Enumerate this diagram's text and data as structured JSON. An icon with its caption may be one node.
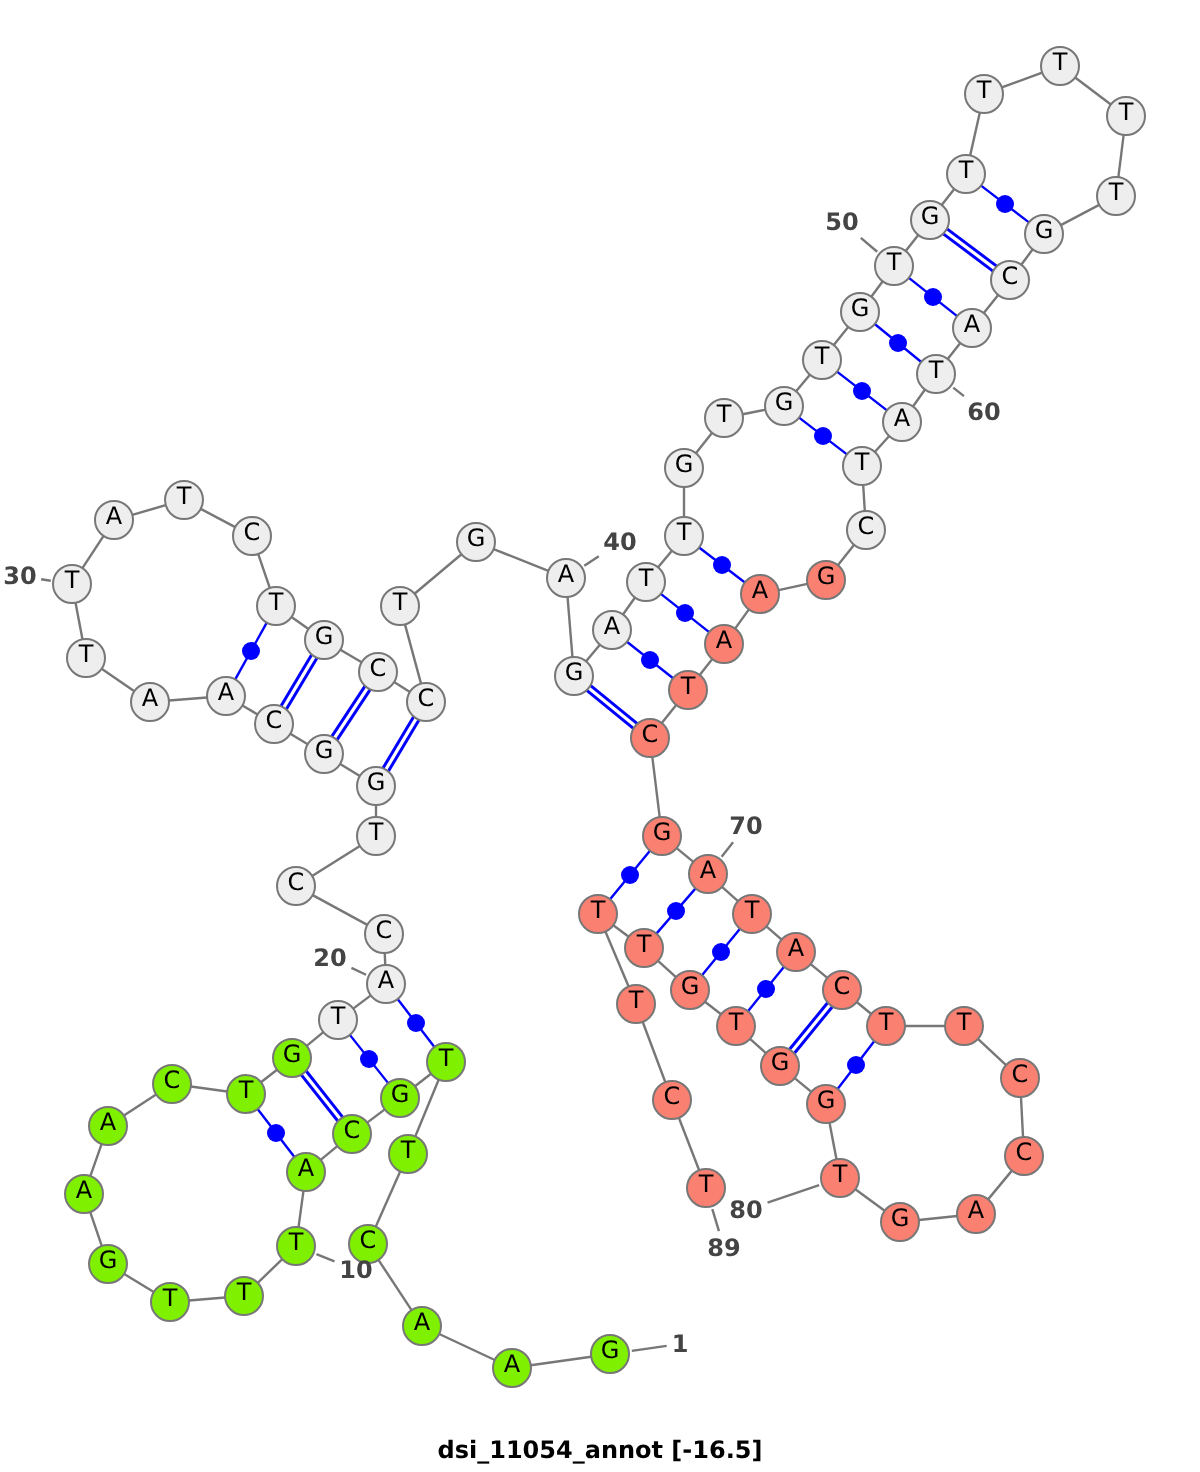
{
  "diagram": {
    "title": "dsi_11054_annot [-16.5]",
    "nodes": [
      {
        "text": [
          "G"
        ]
      },
      {
        "text": [
          "A"
        ]
      },
      {
        "text": [
          "A"
        ]
      },
      {
        "text": [
          "C"
        ]
      },
      {
        "text": [
          "T"
        ]
      },
      {
        "text": [
          "T"
        ]
      },
      {
        "text": [
          "G"
        ]
      },
      {
        "text": [
          "C"
        ]
      },
      {
        "text": [
          "A"
        ]
      },
      {
        "text": [
          "T"
        ]
      },
      {
        "text": [
          "T"
        ]
      },
      {
        "text": [
          "T"
        ]
      },
      {
        "text": [
          "G"
        ]
      },
      {
        "text": [
          "A"
        ]
      },
      {
        "text": [
          "A"
        ]
      },
      {
        "text": [
          "C"
        ]
      },
      {
        "text": [
          "T"
        ]
      },
      {
        "text": [
          "G"
        ]
      },
      {
        "text": [
          "T"
        ]
      },
      {
        "text": [
          "A"
        ]
      },
      {
        "text": [
          "C"
        ]
      },
      {
        "text": [
          "C"
        ]
      },
      {
        "text": [
          "T"
        ]
      },
      {
        "text": [
          "G"
        ]
      },
      {
        "text": [
          "G"
        ]
      },
      {
        "text": [
          "C"
        ]
      },
      {
        "text": [
          "A"
        ]
      },
      {
        "text": [
          "A"
        ]
      },
      {
        "text": [
          "T"
        ]
      },
      {
        "text": [
          "T"
        ]
      },
      {
        "text": [
          "A"
        ]
      },
      {
        "text": [
          "T"
        ]
      },
      {
        "text": [
          "C"
        ]
      },
      {
        "text": [
          "T"
        ]
      },
      {
        "text": [
          "G"
        ]
      },
      {
        "text": [
          "C"
        ]
      },
      {
        "text": [
          "C"
        ]
      },
      {
        "text": [
          "T"
        ]
      },
      {
        "text": [
          "G"
        ]
      },
      {
        "text": [
          "A"
        ]
      },
      {
        "text": [
          "G"
        ]
      },
      {
        "text": [
          "A"
        ]
      },
      {
        "text": [
          "T"
        ]
      },
      {
        "text": [
          "T"
        ]
      },
      {
        "text": [
          "G"
        ]
      },
      {
        "text": [
          "T"
        ]
      },
      {
        "text": [
          "G"
        ]
      },
      {
        "text": [
          "T"
        ]
      },
      {
        "text": [
          "G"
        ]
      },
      {
        "text": [
          "T"
        ]
      },
      {
        "text": [
          "G"
        ]
      },
      {
        "text": [
          "T"
        ]
      },
      {
        "text": [
          "T"
        ]
      },
      {
        "text": [
          "T"
        ]
      },
      {
        "text": [
          "T"
        ]
      },
      {
        "text": [
          "T"
        ]
      },
      {
        "text": [
          "G"
        ]
      },
      {
        "text": [
          "C"
        ]
      },
      {
        "text": [
          "A"
        ]
      },
      {
        "text": [
          "T"
        ]
      },
      {
        "text": [
          "A"
        ]
      },
      {
        "text": [
          "T"
        ]
      },
      {
        "text": [
          "C"
        ]
      },
      {
        "text": [
          "G"
        ]
      },
      {
        "text": [
          "A"
        ]
      },
      {
        "text": [
          "A"
        ]
      },
      {
        "text": [
          "T"
        ]
      },
      {
        "text": [
          "C"
        ]
      },
      {
        "text": [
          "G"
        ]
      },
      {
        "text": [
          "A"
        ]
      },
      {
        "text": [
          "T"
        ]
      },
      {
        "text": [
          "A"
        ]
      },
      {
        "text": [
          "C"
        ]
      },
      {
        "text": [
          "T"
        ]
      },
      {
        "text": [
          "T"
        ]
      },
      {
        "text": [
          "C"
        ]
      },
      {
        "text": [
          "C"
        ]
      },
      {
        "text": [
          "A"
        ]
      },
      {
        "text": [
          "G"
        ]
      },
      {
        "text": [
          "T"
        ]
      },
      {
        "text": [
          "G"
        ]
      },
      {
        "text": [
          "G"
        ]
      },
      {
        "text": [
          "T"
        ]
      },
      {
        "text": [
          "G"
        ]
      },
      {
        "text": [
          "T"
        ]
      },
      {
        "text": [
          "T"
        ]
      },
      {
        "text": [
          "T"
        ]
      },
      {
        "text": [
          "C"
        ]
      },
      {
        "text": [
          "T"
        ]
      },
      {
        "text": [
          "1"
        ]
      },
      {
        "text": [
          "10"
        ]
      },
      {
        "text": [
          "20"
        ]
      },
      {
        "text": [
          "30"
        ]
      },
      {
        "text": [
          "40"
        ]
      },
      {
        "text": [
          "50"
        ]
      },
      {
        "text": [
          "60"
        ]
      },
      {
        "text": [
          "70"
        ]
      },
      {
        "text": [
          "80"
        ]
      },
      {
        "text": [
          "89"
        ]
      }
    ],
    "edges": [
      {
        "from": 0,
        "to": 1,
        "arrow": "none"
      },
      {
        "from": 1,
        "to": 2,
        "arrow": "none"
      },
      {
        "from": 2,
        "to": 3,
        "arrow": "none"
      },
      {
        "from": 3,
        "to": 4,
        "arrow": "none"
      },
      {
        "from": 4,
        "to": 5,
        "arrow": "none"
      },
      {
        "from": 5,
        "to": 6,
        "arrow": "none"
      },
      {
        "from": 6,
        "to": 7,
        "arrow": "none"
      },
      {
        "from": 7,
        "to": 8,
        "arrow": "none"
      },
      {
        "from": 8,
        "to": 9,
        "arrow": "none"
      },
      {
        "from": 9,
        "to": 10,
        "arrow": "none"
      },
      {
        "from": 10,
        "to": 11,
        "arrow": "none"
      },
      {
        "from": 11,
        "to": 12,
        "arrow": "none"
      },
      {
        "from": 12,
        "to": 13,
        "arrow": "none"
      },
      {
        "from": 13,
        "to": 14,
        "arrow": "none"
      },
      {
        "from": 14,
        "to": 15,
        "arrow": "none"
      },
      {
        "from": 15,
        "to": 16,
        "arrow": "none"
      },
      {
        "from": 16,
        "to": 17,
        "arrow": "none"
      },
      {
        "from": 17,
        "to": 18,
        "arrow": "none"
      },
      {
        "from": 18,
        "to": 19,
        "arrow": "none"
      },
      {
        "from": 19,
        "to": 20,
        "arrow": "none"
      },
      {
        "from": 20,
        "to": 21,
        "arrow": "none"
      },
      {
        "from": 21,
        "to": 22,
        "arrow": "none"
      },
      {
        "from": 22,
        "to": 23,
        "arrow": "none"
      },
      {
        "from": 23,
        "to": 24,
        "arrow": "none"
      },
      {
        "from": 24,
        "to": 25,
        "arrow": "none"
      },
      {
        "from": 25,
        "to": 26,
        "arrow": "none"
      },
      {
        "from": 26,
        "to": 27,
        "arrow": "none"
      },
      {
        "from": 27,
        "to": 28,
        "arrow": "none"
      },
      {
        "from": 28,
        "to": 29,
        "arrow": "none"
      },
      {
        "from": 29,
        "to": 30,
        "arrow": "none"
      },
      {
        "from": 30,
        "to": 31,
        "arrow": "none"
      },
      {
        "from": 31,
        "to": 32,
        "arrow": "none"
      },
      {
        "from": 32,
        "to": 33,
        "arrow": "none"
      },
      {
        "from": 33,
        "to": 34,
        "arrow": "none"
      },
      {
        "from": 34,
        "to": 35,
        "arrow": "none"
      },
      {
        "from": 35,
        "to": 36,
        "arrow": "none"
      },
      {
        "from": 36,
        "to": 37,
        "arrow": "none"
      },
      {
        "from": 37,
        "to": 38,
        "arrow": "none"
      },
      {
        "from": 38,
        "to": 39,
        "arrow": "none"
      },
      {
        "from": 39,
        "to": 40,
        "arrow": "none"
      },
      {
        "from": 40,
        "to": 41,
        "arrow": "none"
      },
      {
        "from": 41,
        "to": 42,
        "arrow": "none"
      },
      {
        "from": 42,
        "to": 43,
        "arrow": "none"
      },
      {
        "from": 43,
        "to": 44,
        "arrow": "none"
      },
      {
        "from": 44,
        "to": 45,
        "arrow": "none"
      },
      {
        "from": 45,
        "to": 46,
        "arrow": "none"
      },
      {
        "from": 46,
        "to": 47,
        "arrow": "none"
      },
      {
        "from": 47,
        "to": 48,
        "arrow": "none"
      },
      {
        "from": 48,
        "to": 49,
        "arrow": "none"
      },
      {
        "from": 49,
        "to": 50,
        "arrow": "none"
      },
      {
        "from": 50,
        "to": 51,
        "arrow": "none"
      },
      {
        "from": 51,
        "to": 52,
        "arrow": "none"
      },
      {
        "from": 52,
        "to": 53,
        "arrow": "none"
      },
      {
        "from": 53,
        "to": 54,
        "arrow": "none"
      },
      {
        "from": 54,
        "to": 55,
        "arrow": "none"
      },
      {
        "from": 55,
        "to": 56,
        "arrow": "none"
      },
      {
        "from": 56,
        "to": 57,
        "arrow": "none"
      },
      {
        "from": 57,
        "to": 58,
        "arrow": "none"
      },
      {
        "from": 58,
        "to": 59,
        "arrow": "none"
      },
      {
        "from": 59,
        "to": 60,
        "arrow": "none"
      },
      {
        "from": 60,
        "to": 61,
        "arrow": "none"
      },
      {
        "from": 61,
        "to": 62,
        "arrow": "none"
      },
      {
        "from": 62,
        "to": 63,
        "arrow": "none"
      },
      {
        "from": 63,
        "to": 64,
        "arrow": "none"
      },
      {
        "from": 64,
        "to": 65,
        "arrow": "none"
      },
      {
        "from": 65,
        "to": 66,
        "arrow": "none"
      },
      {
        "from": 66,
        "to": 67,
        "arrow": "none"
      },
      {
        "from": 67,
        "to": 68,
        "arrow": "none"
      },
      {
        "from": 68,
        "to": 69,
        "arrow": "none"
      },
      {
        "from": 69,
        "to": 70,
        "arrow": "none"
      },
      {
        "from": 70,
        "to": 71,
        "arrow": "none"
      },
      {
        "from": 71,
        "to": 72,
        "arrow": "none"
      },
      {
        "from": 72,
        "to": 73,
        "arrow": "none"
      },
      {
        "from": 73,
        "to": 74,
        "arrow": "none"
      },
      {
        "from": 74,
        "to": 75,
        "arrow": "none"
      },
      {
        "from": 75,
        "to": 76,
        "arrow": "none"
      },
      {
        "from": 76,
        "to": 77,
        "arrow": "none"
      },
      {
        "from": 77,
        "to": 78,
        "arrow": "none"
      },
      {
        "from": 78,
        "to": 79,
        "arrow": "none"
      },
      {
        "from": 79,
        "to": 80,
        "arrow": "none"
      },
      {
        "from": 80,
        "to": 81,
        "arrow": "none"
      },
      {
        "from": 81,
        "to": 82,
        "arrow": "none"
      },
      {
        "from": 82,
        "to": 83,
        "arrow": "none"
      },
      {
        "from": 83,
        "to": 84,
        "arrow": "none"
      },
      {
        "from": 84,
        "to": 85,
        "arrow": "none"
      },
      {
        "from": 85,
        "to": 86,
        "arrow": "none"
      },
      {
        "from": 86,
        "to": 87,
        "arrow": "none"
      },
      {
        "from": 87,
        "to": 88,
        "arrow": "none"
      },
      {
        "from": 5,
        "to": 19,
        "arrow": "none",
        "color": "#0000ff"
      },
      {
        "from": 6,
        "to": 18,
        "arrow": "none",
        "color": "#0000ff"
      },
      {
        "from": 7,
        "to": 17,
        "arrow": "none",
        "style": "thick",
        "color": "#0000ff"
      },
      {
        "from": 8,
        "to": 16,
        "arrow": "none",
        "color": "#0000ff"
      },
      {
        "from": 23,
        "to": 36,
        "arrow": "none",
        "style": "thick",
        "color": "#0000ff"
      },
      {
        "from": 24,
        "to": 35,
        "arrow": "none",
        "style": "thick",
        "color": "#0000ff"
      },
      {
        "from": 25,
        "to": 34,
        "arrow": "none",
        "style": "thick",
        "color": "#0000ff"
      },
      {
        "from": 26,
        "to": 33,
        "arrow": "none",
        "color": "#0000ff"
      },
      {
        "from": 40,
        "to": 67,
        "arrow": "none",
        "style": "thick",
        "color": "#0000ff"
      },
      {
        "from": 41,
        "to": 66,
        "arrow": "none",
        "color": "#0000ff"
      },
      {
        "from": 42,
        "to": 65,
        "arrow": "none",
        "color": "#0000ff"
      },
      {
        "from": 43,
        "to": 64,
        "arrow": "none",
        "color": "#0000ff"
      },
      {
        "from": 46,
        "to": 61,
        "arrow": "none",
        "color": "#0000ff"
      },
      {
        "from": 47,
        "to": 60,
        "arrow": "none",
        "color": "#0000ff"
      },
      {
        "from": 48,
        "to": 59,
        "arrow": "none",
        "color": "#0000ff"
      },
      {
        "from": 49,
        "to": 58,
        "arrow": "none",
        "color": "#0000ff"
      },
      {
        "from": 50,
        "to": 57,
        "arrow": "none",
        "style": "thick",
        "color": "#0000ff"
      },
      {
        "from": 51,
        "to": 56,
        "arrow": "none",
        "color": "#0000ff"
      },
      {
        "from": 68,
        "to": 85,
        "arrow": "none",
        "color": "#0000ff"
      },
      {
        "from": 69,
        "to": 84,
        "arrow": "none",
        "color": "#0000ff"
      },
      {
        "from": 70,
        "to": 83,
        "arrow": "none",
        "color": "#0000ff"
      },
      {
        "from": 71,
        "to": 82,
        "arrow": "none",
        "color": "#0000ff"
      },
      {
        "from": 72,
        "to": 81,
        "arrow": "none",
        "style": "thick",
        "color": "#0000ff"
      },
      {
        "from": 73,
        "to": 80,
        "arrow": "none",
        "color": "#0000ff"
      },
      {
        "from": 89,
        "to": 0,
        "arrow": "none"
      },
      {
        "from": 90,
        "to": 9,
        "arrow": "none"
      },
      {
        "from": 91,
        "to": 19,
        "arrow": "none"
      },
      {
        "from": 92,
        "to": 29,
        "arrow": "none"
      },
      {
        "from": 93,
        "to": 39,
        "arrow": "none"
      },
      {
        "from": 94,
        "to": 49,
        "arrow": "none"
      },
      {
        "from": 95,
        "to": 59,
        "arrow": "none"
      },
      {
        "from": 96,
        "to": 69,
        "arrow": "none"
      },
      {
        "from": 97,
        "to": 79,
        "arrow": "none"
      },
      {
        "from": 98,
        "to": 88,
        "arrow": "none"
      }
    ]
  }
}
